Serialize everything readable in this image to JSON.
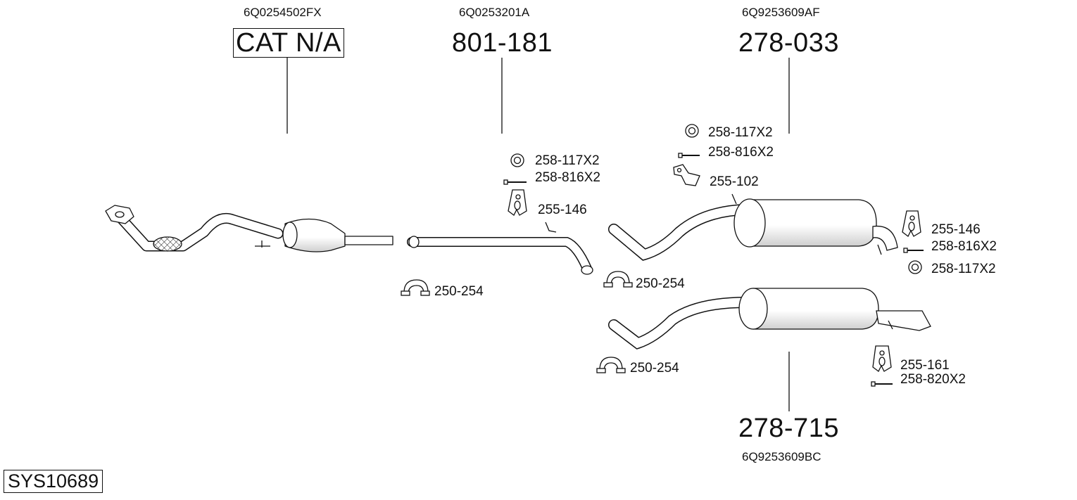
{
  "system_label": "SYS10689",
  "assemblies": [
    {
      "oem": "6Q0254502FX",
      "part": "CAT N/A"
    },
    {
      "oem": "6Q0253201A",
      "part": "801-181"
    },
    {
      "oem": "6Q9253609AF",
      "part": "278-033"
    },
    {
      "oem": "6Q9253609BC",
      "part": "278-715"
    }
  ],
  "fittings": {
    "f1": "258-117X2",
    "f2": "258-816X2",
    "f3": "255-146",
    "f4": "250-254",
    "f5": "258-117X2",
    "f6": "258-816X2",
    "f7": "255-102",
    "f8": "250-254",
    "f9": "255-146",
    "f10": "258-816X2",
    "f11": "258-117X2",
    "f12": "250-254",
    "f13": "255-161",
    "f14": "258-820X2"
  },
  "colors": {
    "line": "#111111",
    "fill": "#ffffff",
    "shade": "#dcdcdc"
  }
}
